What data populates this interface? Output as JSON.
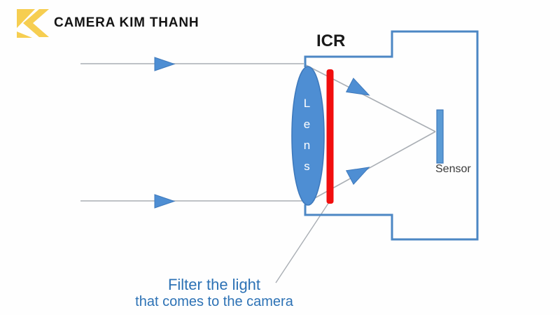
{
  "logo": {
    "icon": "k-mark-icon",
    "brand_text": "CAMERA KIM THANH"
  },
  "diagram": {
    "icr_label": "ICR",
    "lens_label": "Lens",
    "sensor_label": "Sensor",
    "caption_line1": "Filter the light",
    "caption_line2": "that comes to the camera"
  },
  "colors": {
    "brand_yellow": "#f6ce51",
    "diagram_blue": "#4e8ed3",
    "shape_stroke_blue": "#3e79bc",
    "body_outline_blue": "#4c87c4",
    "sensor_blue": "#5b9bd5",
    "filter_red": "#f10e0e",
    "ray_gray": "#a9aeb4",
    "caption_blue": "#2d72b5"
  }
}
